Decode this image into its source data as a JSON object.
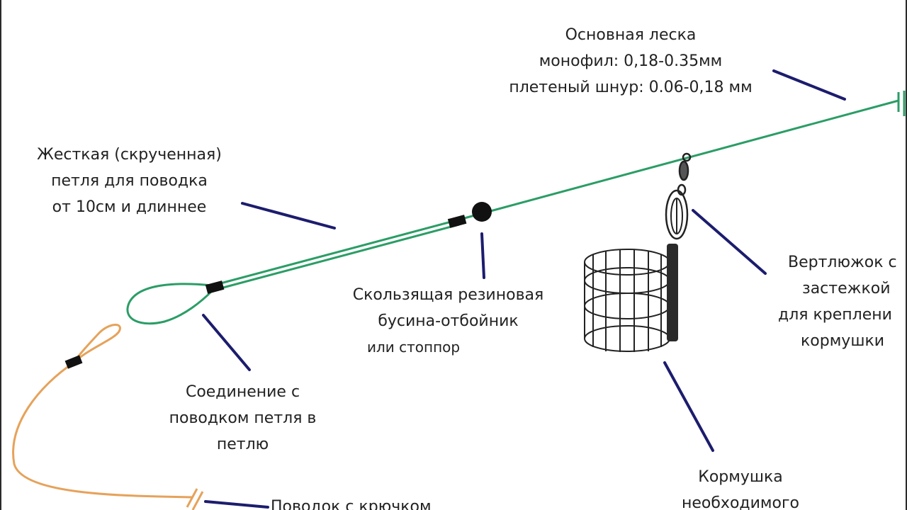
{
  "colors": {
    "main_line": "#2b9d66",
    "leader_line": "#e6a25a",
    "pointer": "#1c1c6e",
    "text": "#222222",
    "knot": "#111111"
  },
  "labels": {
    "main_line": {
      "title": "Основная леска",
      "mono": "монофил: 0,18-0.35мм",
      "braid": "плетеный шнур: 0.06-0,18 мм"
    },
    "loop": {
      "line1": "Жесткая (скрученная)",
      "line2": "петля для поводка",
      "line3": "от 10см и длиннее"
    },
    "bead": {
      "line1": "Скользящая резиновая",
      "line2": "бусина-отбойник",
      "line3": "или стоппор"
    },
    "connection": {
      "line1": "Соединение с",
      "line2": "поводком петля в",
      "line3": "петлю"
    },
    "swivel": {
      "line1": "Вертлюжок с",
      "line2": "застежкой",
      "line3": "для креплени",
      "line4": "кормушки"
    },
    "feeder": {
      "line1": "Кормушка",
      "line2": "необходимого"
    },
    "leader": {
      "line1": "Поводок с крючком"
    }
  }
}
